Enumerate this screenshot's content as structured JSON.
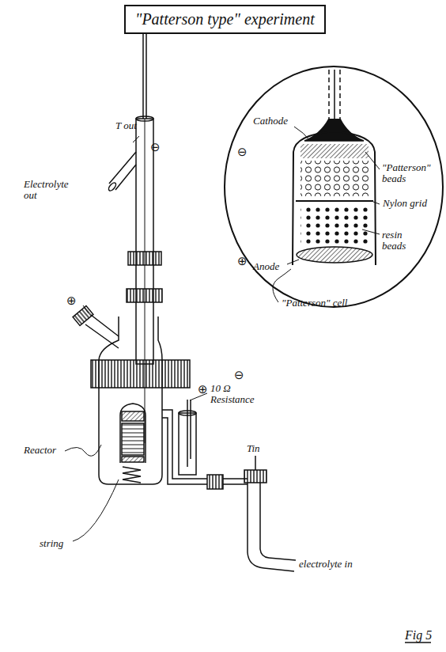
{
  "diagram": {
    "title": "\"Patterson type\" experiment",
    "labels": [
      "T out",
      "⊖",
      "Electrolyte out",
      "⊕",
      "⊕",
      "10 Ω Resistance",
      "⊖",
      "Tin",
      "Reactor",
      "string",
      "electrolyte in",
      "Cathode",
      "⊖",
      "\"Patterson\" beads",
      "Nylon grid",
      "resin beads",
      "⊕",
      "Anode",
      "\"Patterson\" cell",
      "Fig 5"
    ]
  }
}
